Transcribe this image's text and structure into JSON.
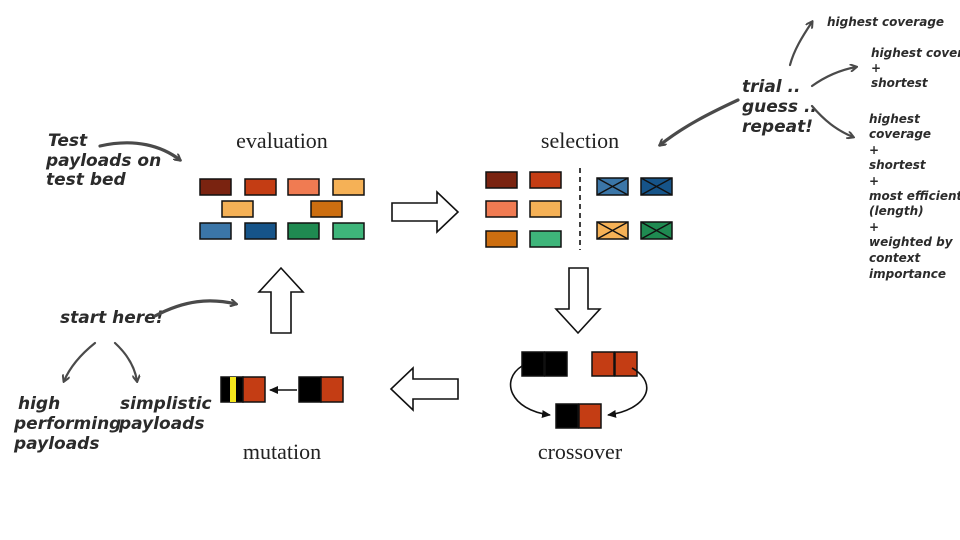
{
  "stages": {
    "evaluation": "evaluation",
    "selection": "selection",
    "crossover": "crossover",
    "mutation": "mutation"
  },
  "notes": {
    "test_payloads": [
      "Test",
      "payloads on",
      "test bed"
    ],
    "start_here": "start here!",
    "high_performing": [
      "high",
      "performing",
      "payloads"
    ],
    "simplistic": [
      "simplistic",
      "payloads"
    ],
    "trial": [
      "trial ..",
      "guess ..",
      "repeat!"
    ],
    "criteria_1": [
      "highest coverage"
    ],
    "criteria_2": [
      "highest coverage",
      "+",
      "shortest"
    ],
    "criteria_3": [
      "highest",
      "coverage",
      "+",
      "shortest",
      "+",
      "most efficient",
      "(length)",
      "+",
      "weighted by",
      "context",
      "importance"
    ]
  },
  "colors": {
    "dark_red": "#7a2310",
    "red": "#c43d14",
    "salmon": "#f07b52",
    "light_orange": "#f5b156",
    "orange": "#cc6e10",
    "steel_blue": "#3b76a8",
    "navy": "#165489",
    "green": "#1f8a51",
    "mint": "#3eb57a",
    "yellow": "#f4e61c",
    "black": "#000000"
  }
}
